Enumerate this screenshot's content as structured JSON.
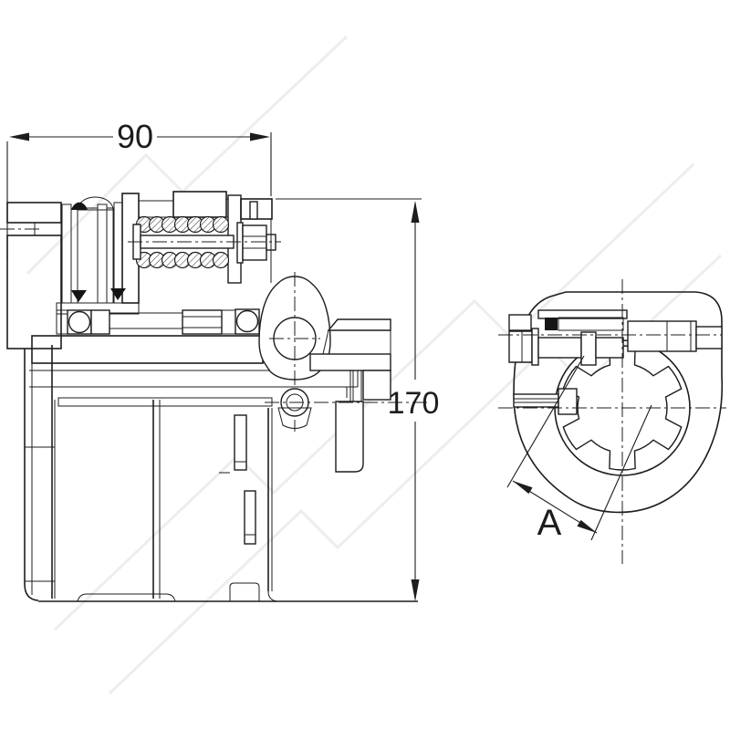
{
  "drawing": {
    "background": "#ffffff",
    "line_color": "#1d1d1b",
    "watermark_color": "#e9e9e9",
    "dimensions": {
      "width": {
        "label": "90",
        "orientation": "horizontal"
      },
      "height": {
        "label": "170",
        "orientation": "vertical"
      },
      "spline_width": {
        "label": "A",
        "orientation": "diagonal"
      }
    }
  }
}
